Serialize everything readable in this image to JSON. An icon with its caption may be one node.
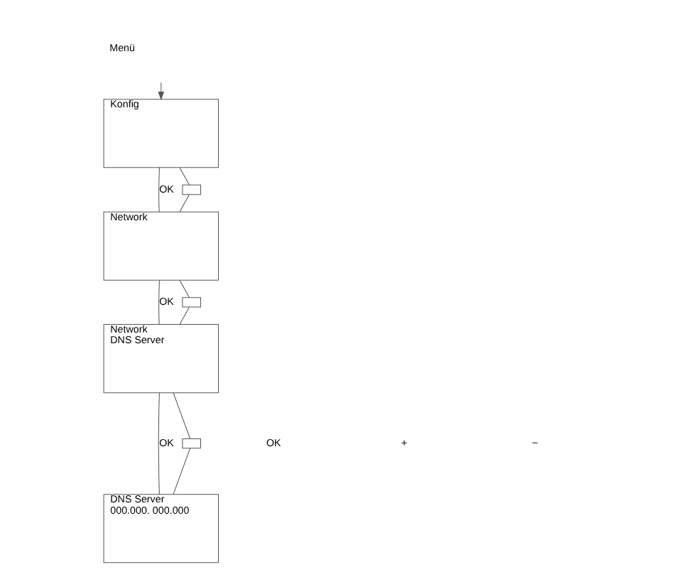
{
  "diagram": {
    "nodes": [
      {
        "text": [
          "Menü"
        ]
      },
      {
        "text": [
          "Konfig"
        ]
      },
      {
        "text": [
          "Network"
        ]
      },
      {
        "text": [
          "Network",
          "DNS Server"
        ]
      },
      {
        "text": [
          "DNS Server",
          "000.000. 000.000"
        ]
      },
      {
        "text": [],
        "shape": "box"
      },
      {
        "text": [],
        "shape": "box"
      },
      {
        "text": [],
        "shape": "box"
      }
    ],
    "edges": [
      {
        "from": 0,
        "to": 1,
        "arrow": "to"
      },
      {
        "from": 1,
        "to": 2,
        "label": "OK",
        "arrow": "none"
      },
      {
        "from": 1,
        "to": 5,
        "arrow": "none"
      },
      {
        "from": 5,
        "to": 2,
        "arrow": "none"
      },
      {
        "from": 2,
        "to": 3,
        "label": "OK",
        "arrow": "none"
      },
      {
        "from": 2,
        "to": 6,
        "arrow": "none"
      },
      {
        "from": 6,
        "to": 3,
        "arrow": "none"
      },
      {
        "from": 3,
        "to": 4,
        "label": "OK",
        "arrow": "none"
      },
      {
        "from": 3,
        "to": 7,
        "arrow": "none"
      },
      {
        "from": 7,
        "to": 4,
        "arrow": "none"
      }
    ],
    "labels": [
      "OK",
      "+",
      "−"
    ]
  }
}
